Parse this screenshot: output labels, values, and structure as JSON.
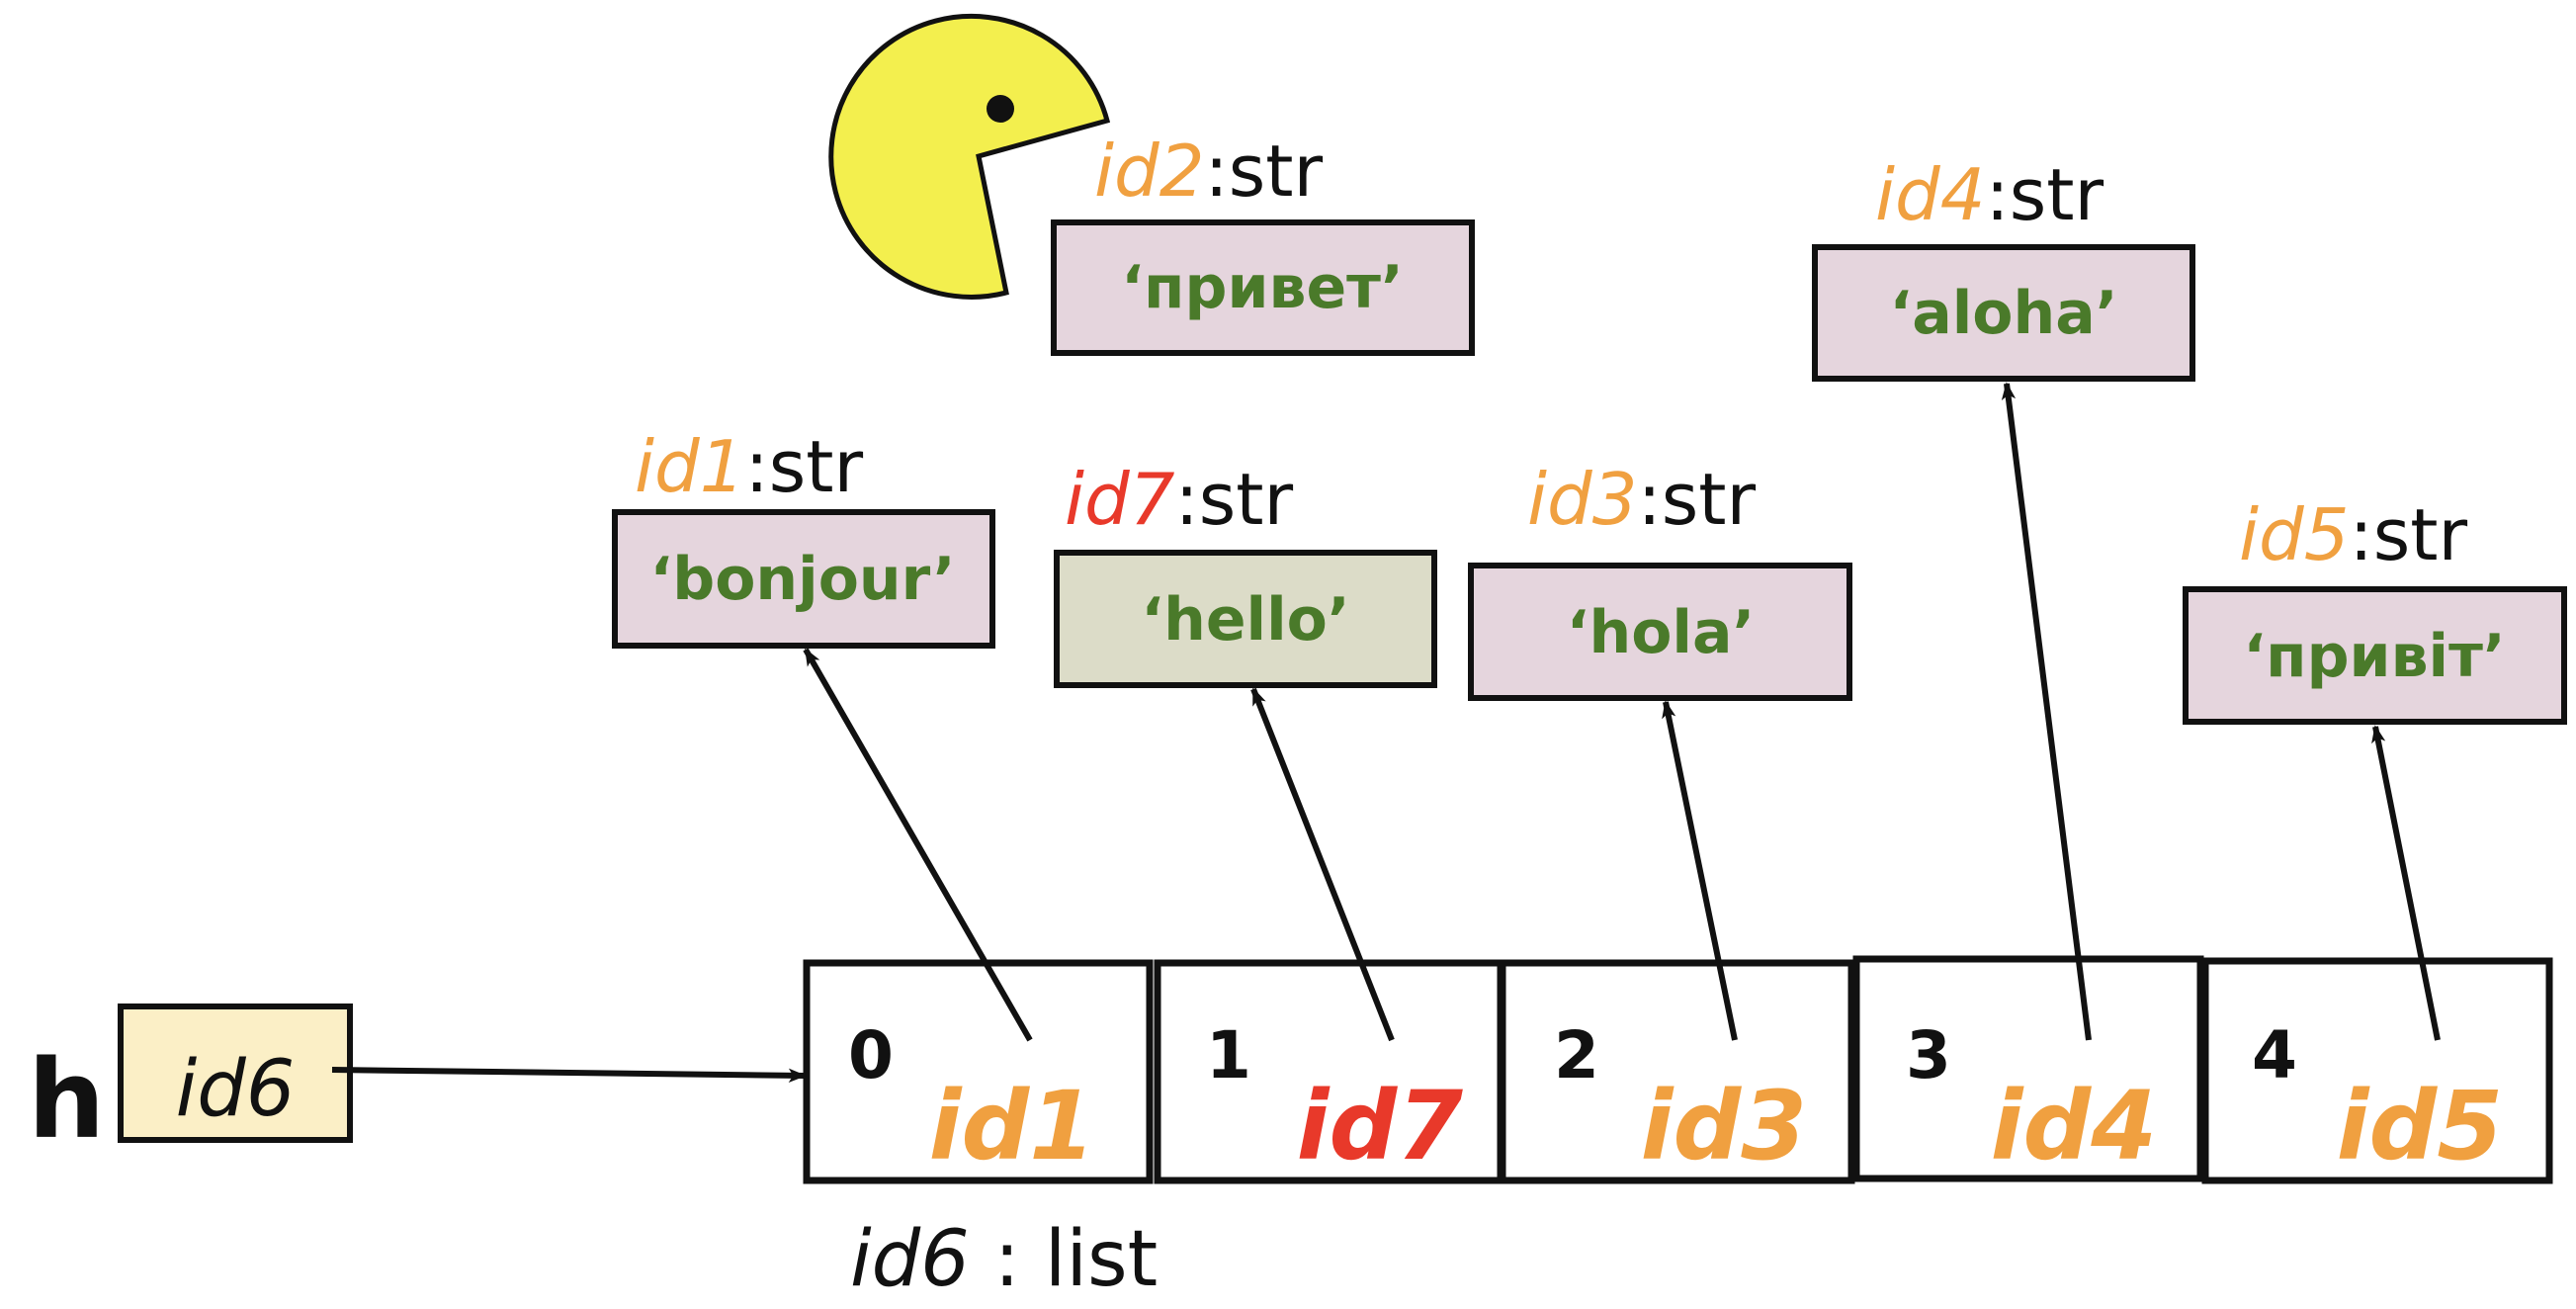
{
  "colors": {
    "id_orange": "#f0a040",
    "id_red": "#e8392a",
    "text_green": "#4a7a2a",
    "str_box_fill": "#e5d5dd",
    "hello_box_fill": "#dcdcc8",
    "var_box_fill": "#fbefc6",
    "pacman_fill": "#f3ef4e"
  },
  "icon": "pacman-icon",
  "variable": {
    "name": "h",
    "ref": "id6"
  },
  "list_label": {
    "id": "id6",
    "sep": " : ",
    "type": "list"
  },
  "strings": [
    {
      "key": "id2",
      "id": "id2",
      "type": ":str",
      "value": "‘привет’",
      "color": "orange"
    },
    {
      "key": "id4",
      "id": "id4",
      "type": ":str",
      "value": "‘aloha’",
      "color": "orange"
    },
    {
      "key": "id1",
      "id": "id1",
      "type": ":str",
      "value": "‘bonjour’",
      "color": "orange"
    },
    {
      "key": "id7",
      "id": "id7",
      "type": ":str",
      "value": "‘hello’",
      "color": "red"
    },
    {
      "key": "id3",
      "id": "id3",
      "type": ":str",
      "value": "‘hola’",
      "color": "orange"
    },
    {
      "key": "id5",
      "id": "id5",
      "type": ":str",
      "value": "‘привіт’",
      "color": "orange"
    }
  ],
  "cells": [
    {
      "index": "0",
      "ref": "id1",
      "color": "orange"
    },
    {
      "index": "1",
      "ref": "id7",
      "color": "red"
    },
    {
      "index": "2",
      "ref": "id3",
      "color": "orange"
    },
    {
      "index": "3",
      "ref": "id4",
      "color": "orange"
    },
    {
      "index": "4",
      "ref": "id5",
      "color": "orange"
    }
  ]
}
